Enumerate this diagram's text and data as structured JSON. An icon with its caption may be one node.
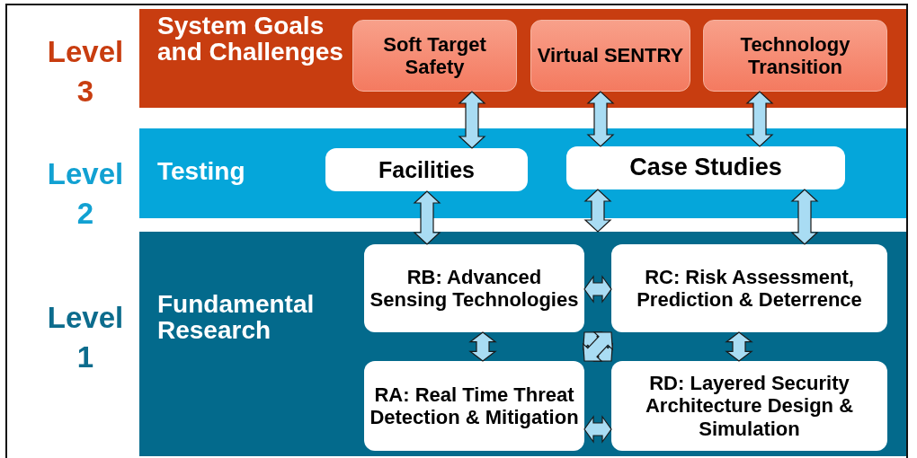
{
  "diagram": {
    "nodes": [
      {
        "text": [
          "System Goals and Challenges"
        ]
      },
      {
        "text": [
          "Soft Target Safety"
        ],
        "in": 0
      },
      {
        "text": [
          "Virtual SENTRY"
        ],
        "in": 0
      },
      {
        "text": [
          "Technology Transition"
        ],
        "in": 0
      },
      {
        "text": [
          "Testing"
        ]
      },
      {
        "text": [
          "Facilities"
        ],
        "in": 4
      },
      {
        "text": [
          "Case Studies"
        ],
        "in": 4
      },
      {
        "text": [
          "Fundamental Research"
        ]
      },
      {
        "text": [
          "RB: Advanced Sensing Technologies"
        ],
        "in": 7
      },
      {
        "text": [
          "RC: Risk Assessment, Prediction & Deterrence"
        ],
        "in": 7
      },
      {
        "text": [
          "RA: Real Time Threat Detection & Mitigation"
        ],
        "in": 7
      },
      {
        "text": [
          "RD: Layered Security Architecture Design & Simulation"
        ],
        "in": 7
      }
    ],
    "edges": [
      {
        "from": 1,
        "to": 5,
        "arrow": "both"
      },
      {
        "from": 2,
        "to": 6,
        "arrow": "both"
      },
      {
        "from": 3,
        "to": 6,
        "arrow": "both"
      },
      {
        "from": 5,
        "to": 8,
        "arrow": "both"
      },
      {
        "from": 6,
        "to": 7,
        "arrow": "both"
      },
      {
        "from": 6,
        "to": 9,
        "arrow": "both"
      },
      {
        "from": 8,
        "to": 9,
        "arrow": "both"
      },
      {
        "from": 8,
        "to": 10,
        "arrow": "both"
      },
      {
        "from": 9,
        "to": 11,
        "arrow": "both"
      },
      {
        "from": 8,
        "to": 11,
        "arrow": "both"
      },
      {
        "from": 10,
        "to": 9,
        "arrow": "both"
      },
      {
        "from": 10,
        "to": 11,
        "arrow": "both"
      }
    ],
    "labels": [
      "Level 3",
      "Level 2",
      "Level 1"
    ]
  }
}
